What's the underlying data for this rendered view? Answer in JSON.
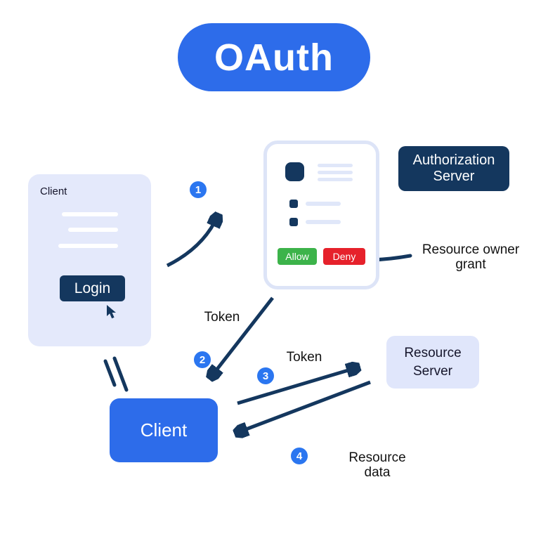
{
  "title": "OAuth",
  "colors": {
    "blue": "#2d6cea",
    "circle-blue": "#2b76f0",
    "navy": "#14375e",
    "lavender": "#e4e9fb",
    "card-border": "#dde4f7",
    "skeleton": "#e0e7f9",
    "green": "#3cb34a",
    "red": "#e6212b",
    "ink": "#121212"
  },
  "left_panel": {
    "label": "Client",
    "login_label": "Login"
  },
  "consent_card": {
    "allow_label": "Allow",
    "deny_label": "Deny"
  },
  "auth_server": {
    "label": "Authorization Server"
  },
  "resource_server": {
    "line1": "Resource",
    "line2": "Server"
  },
  "client_box": {
    "label": "Client"
  },
  "steps": [
    "1",
    "2",
    "3",
    "4"
  ],
  "annotations": {
    "token_step2": "Token",
    "token_step3": "Token",
    "grant_line1": "Resource owner",
    "grant_line2": "grant",
    "resource_data_line1": "Resource",
    "resource_data_line2": "data"
  }
}
